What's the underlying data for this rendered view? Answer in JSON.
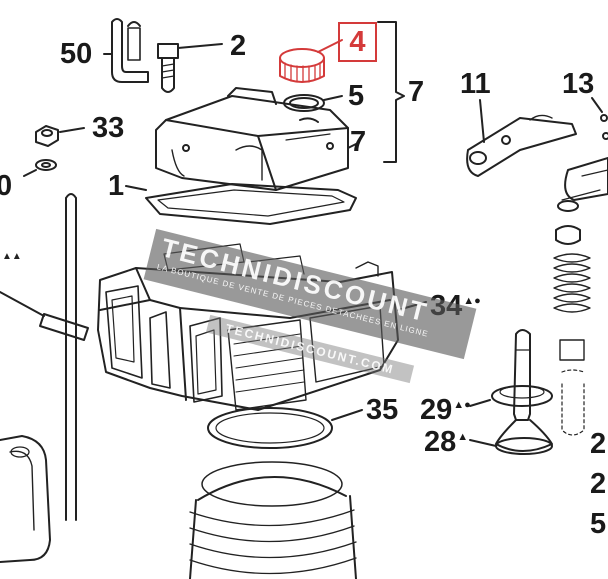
{
  "callouts": {
    "c50": "50",
    "c2": "2",
    "c4": "4",
    "c5": "5",
    "c7a": "7",
    "c7b": "7",
    "c33": "33",
    "c0": "0",
    "c1": "1",
    "c11": "11",
    "c13": "13",
    "c34": "34",
    "c35": "35",
    "c29": "29",
    "c28": "28",
    "c2r1": "2",
    "c2r2": "2",
    "c5r": "5"
  },
  "markers": {
    "triangles": "▲▲",
    "triangle": "▲",
    "m34": "▲●",
    "m29": "▲●"
  },
  "highlight_color": "#d43a3a",
  "watermark": {
    "brand": "TECHNIDISCOUNT",
    "tagline": "LA BOUTIQUE DE VENTE DE PIECES DETACHEES EN LIGNE",
    "url": "TECHNIDISCOUNT.COM"
  }
}
